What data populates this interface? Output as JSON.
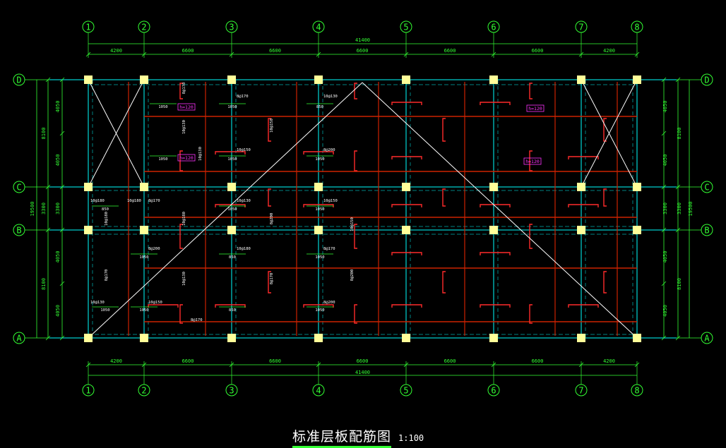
{
  "drawing": {
    "title": "标准层板配筋图",
    "scale": "1:100"
  },
  "grid": {
    "x_axes": [
      "1",
      "2",
      "3",
      "4",
      "5",
      "6",
      "7",
      "8"
    ],
    "x_spacings": [
      "4200",
      "6600",
      "6600",
      "6600",
      "6600",
      "6600",
      "4200"
    ],
    "x_total": "41400",
    "y_axes": [
      "D",
      "C",
      "B",
      "A"
    ],
    "y_spacings": [
      "8100",
      "3300",
      "8100"
    ],
    "y_sub_spacings": [
      "4050",
      "4050",
      "3300",
      "4050",
      "4050"
    ],
    "y_total": "19500"
  },
  "annotations": {
    "slab_thickness_labels": [
      "h=120",
      "h=120",
      "h=120",
      "h=120"
    ],
    "rebar_dims": [
      "1050",
      "1050",
      "850",
      "1050"
    ],
    "rebar_callouts": [
      "8@170",
      "10@130",
      "10@150",
      "8@200",
      "10@180"
    ]
  },
  "colors": {
    "background": "#000000",
    "grid_line": "#00ffff",
    "dimension": "#33ff33",
    "rebar": "#ff2a2a",
    "beam": "#cc2200",
    "column": "#ffff99",
    "diagonal": "#ffffff",
    "tag": "#ff33ff"
  }
}
